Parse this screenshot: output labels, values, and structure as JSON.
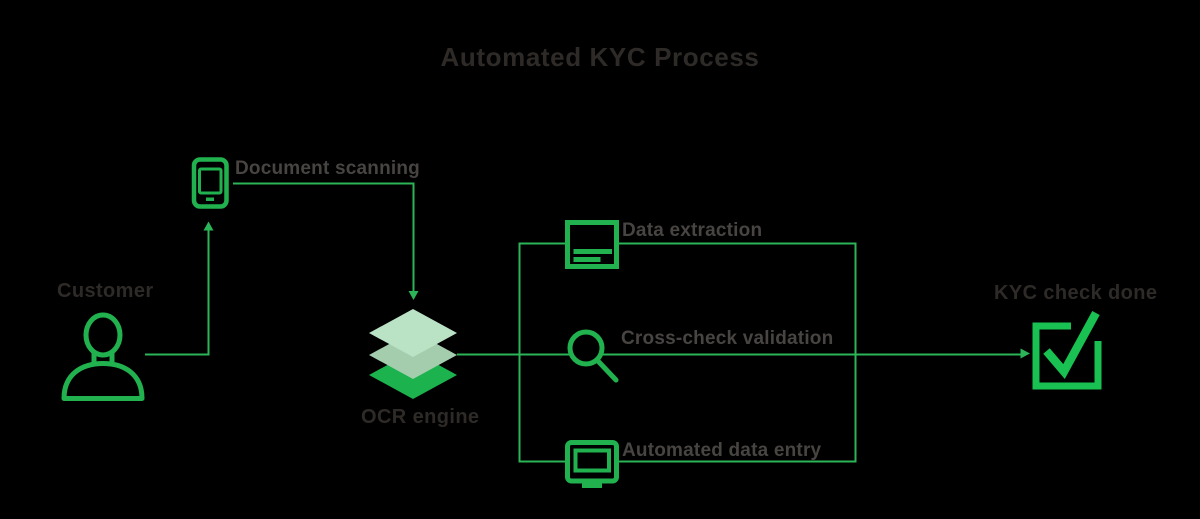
{
  "title": "Automated KYC Process",
  "diagram": {
    "nodes": {
      "customer": {
        "label": "Customer",
        "icon": "person-icon"
      },
      "ocr_engine": {
        "label": "OCR engine",
        "icon": "layers-icon"
      },
      "kyc_check_done": {
        "label": "KYC check done",
        "icon": "checkbox-checked-icon"
      }
    },
    "steps": {
      "document_scanning": {
        "label": "Document scanning",
        "icon": "smartphone-icon"
      },
      "data_extraction": {
        "label": "Data extraction",
        "icon": "document-icon"
      },
      "cross_check_validation": {
        "label": "Cross-check validation",
        "icon": "magnifier-icon"
      },
      "automated_data_entry": {
        "label": "Automated data entry",
        "icon": "monitor-icon"
      }
    }
  },
  "colors": {
    "background": "#000000",
    "connector_green": "#2bb558",
    "icon_green": "#21b24f",
    "check_green": "#18c151",
    "layer_top": "#bae3c6",
    "layer_middle": "#a3cdad",
    "layer_bottom": "#1cb24e",
    "node_label_text": "#2e2a27",
    "step_label_text": "#474442"
  }
}
